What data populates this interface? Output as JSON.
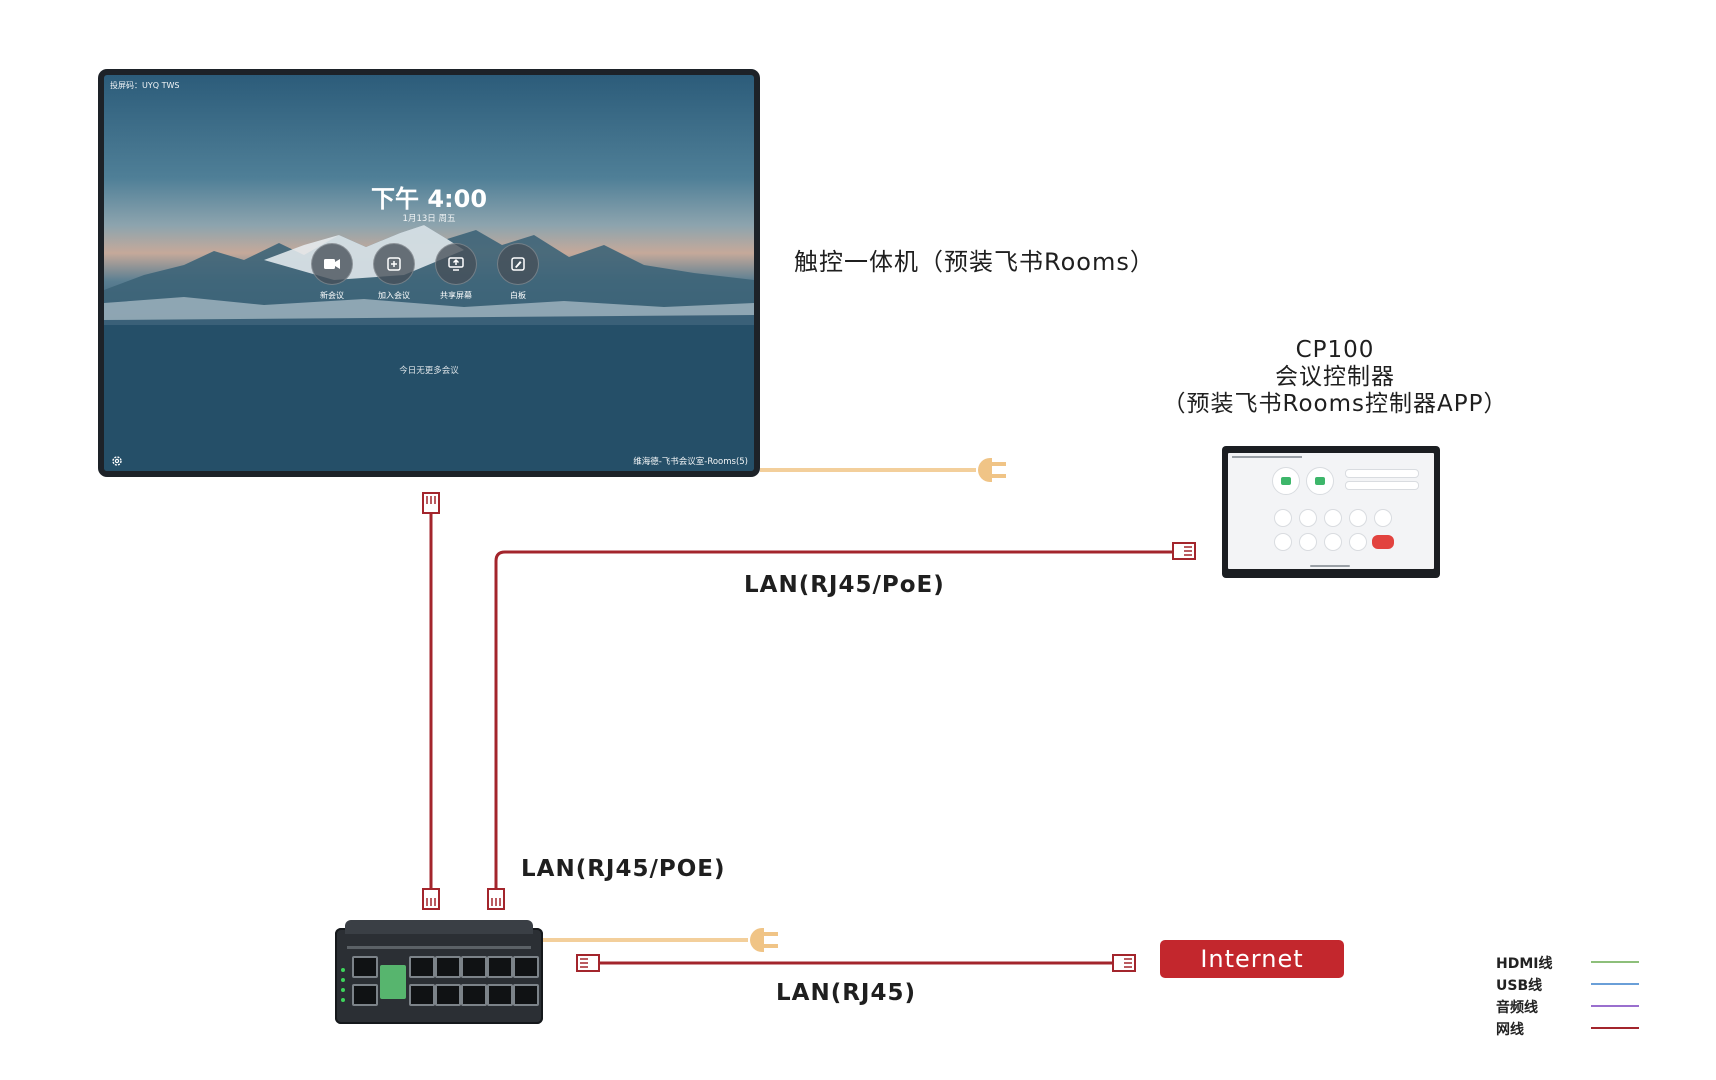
{
  "display": {
    "cast_code": "投屏码：UYQ TWS",
    "time": "下午 4:00",
    "date": "1月13日 周五",
    "actions": [
      {
        "label": "新会议",
        "icon": "video-camera-icon"
      },
      {
        "label": "加入会议",
        "icon": "plus-icon"
      },
      {
        "label": "共享屏幕",
        "icon": "share-screen-icon"
      },
      {
        "label": "白板",
        "icon": "whiteboard-icon"
      }
    ],
    "no_meetings": "今日无更多会议",
    "room_name": "维海德-飞书会议室-Rooms(5)",
    "settings_icon": "gear-icon"
  },
  "labels": {
    "display": "触控一体机（预装飞书Rooms）",
    "cp100_model": "CP100",
    "cp100_name": "会议控制器",
    "cp100_note": "（预装飞书Rooms控制器APP）",
    "lan_poe_upper": "LAN(RJ45/PoE)",
    "lan_poe_lower": "LAN(RJ45/POE)",
    "lan": "LAN(RJ45)",
    "internet": "Internet"
  },
  "legend": [
    {
      "label": "HDMI线",
      "color": "#8dbf7a"
    },
    {
      "label": "USB线",
      "color": "#6a9fd8"
    },
    {
      "label": "音频线",
      "color": "#9a6fce"
    },
    {
      "label": "网线",
      "color": "#a3252c"
    }
  ],
  "colors": {
    "network_cable": "#a3252c",
    "power_cable": "#f3cf9b",
    "plug": "#f0c486",
    "internet_badge": "#c3272d"
  }
}
